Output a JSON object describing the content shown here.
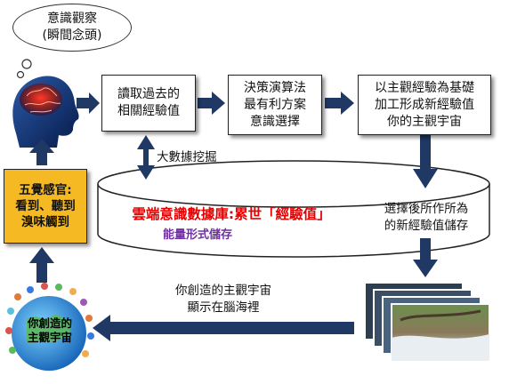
{
  "bubble": {
    "line1": "意識觀察",
    "line2": "(瞬間念頭)"
  },
  "box_read": {
    "line1": "讀取過去的",
    "line2": "相關經驗值"
  },
  "box_decide": {
    "line1": "決策演算法",
    "line2": "最有利方案",
    "line3": "意識選擇"
  },
  "box_subjective": {
    "line1": "以主觀經驗為基礎",
    "line2": "加工形成新經驗值",
    "line3": "你的主觀宇宙"
  },
  "box_senses": {
    "line1": "五覺感官:",
    "line2": "看到、聽到",
    "line3": "溴味觸到"
  },
  "bigdata_label": "大數據挖掘",
  "cloud_db": {
    "title": "雲端意識數據庫:累世「經驗值」",
    "subtitle": "能量形式儲存"
  },
  "store_label": {
    "line1": "選擇後所作所為",
    "line2": "的新經驗值儲存"
  },
  "display_label": {
    "line1": "你創造的主觀宇宙",
    "line2": "顯示在腦海裡"
  },
  "globe_label": {
    "line1": "你創造的",
    "line2": "主觀宇宙"
  },
  "colors": {
    "arrow": "#1f3864",
    "yellow_box": "#f5b923",
    "title_red": "#e60000",
    "subtitle_purple": "#7030a0"
  }
}
